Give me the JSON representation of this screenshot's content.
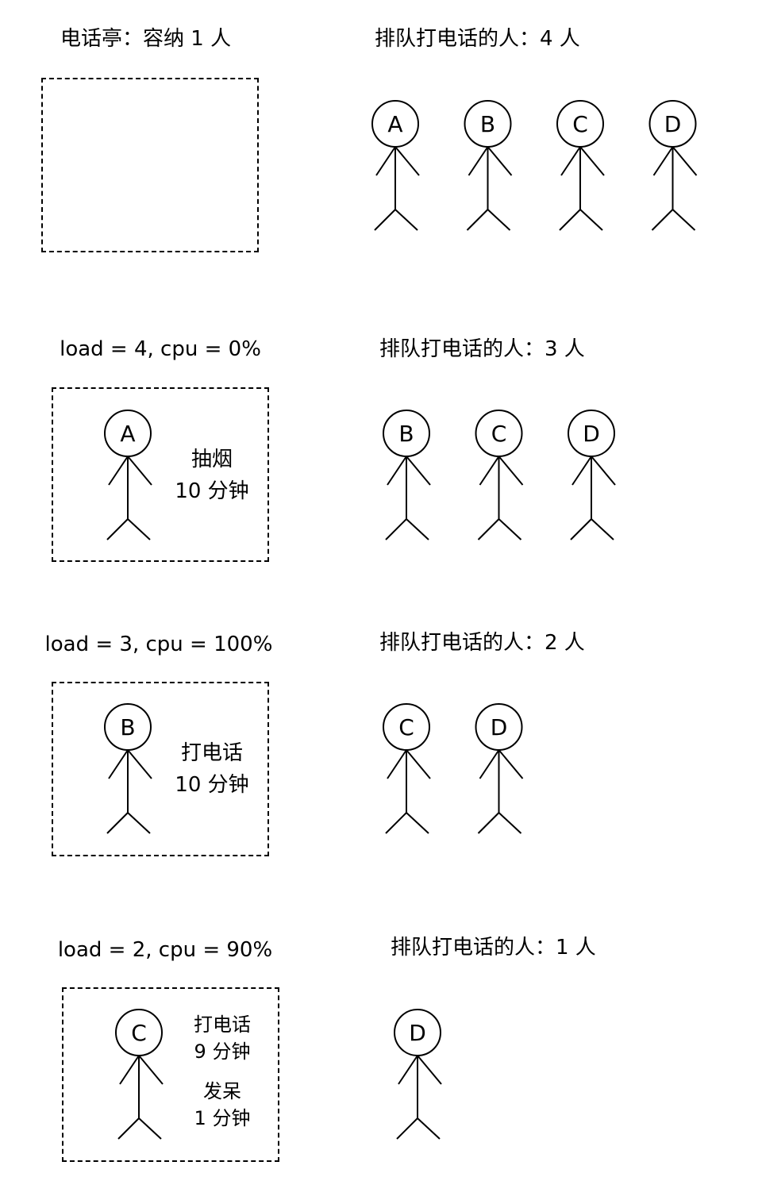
{
  "panels": [
    {
      "left_label": "电话亭：容纳 1 人",
      "queue_label": "排队打电话的人：4 人",
      "in_booth": null,
      "booth_notes": [],
      "queue": [
        "A",
        "B",
        "C",
        "D"
      ]
    },
    {
      "left_label": "load = 4, cpu = 0%",
      "queue_label": "排队打电话的人：3 人",
      "in_booth": "A",
      "booth_notes": [
        "抽烟",
        "10 分钟"
      ],
      "queue": [
        "B",
        "C",
        "D"
      ]
    },
    {
      "left_label": "load = 3, cpu = 100%",
      "queue_label": "排队打电话的人：2 人",
      "in_booth": "B",
      "booth_notes": [
        "打电话",
        "10 分钟"
      ],
      "queue": [
        "C",
        "D"
      ]
    },
    {
      "left_label": "load = 2, cpu = 90%",
      "queue_label": "排队打电话的人：1 人",
      "in_booth": "C",
      "booth_notes": [
        "打电话",
        "9 分钟",
        "发呆",
        "1 分钟"
      ],
      "queue": [
        "D"
      ]
    }
  ]
}
